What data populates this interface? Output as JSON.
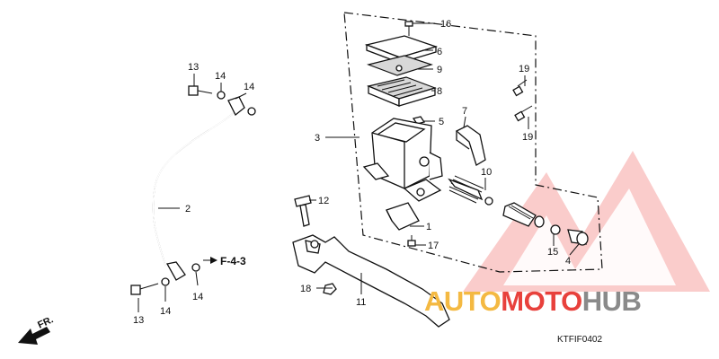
{
  "callouts": [
    {
      "id": "c16a",
      "text": "16"
    },
    {
      "id": "c6",
      "text": "6"
    },
    {
      "id": "c9",
      "text": "9"
    },
    {
      "id": "c8",
      "text": "8"
    },
    {
      "id": "c5",
      "text": "5"
    },
    {
      "id": "c3",
      "text": "3"
    },
    {
      "id": "c7",
      "text": "7"
    },
    {
      "id": "c10",
      "text": "10"
    },
    {
      "id": "c12",
      "text": "12"
    },
    {
      "id": "c1",
      "text": "1"
    },
    {
      "id": "c17",
      "text": "17"
    },
    {
      "id": "c18",
      "text": "18"
    },
    {
      "id": "c11",
      "text": "11"
    },
    {
      "id": "c15",
      "text": "15"
    },
    {
      "id": "c4",
      "text": "4"
    },
    {
      "id": "c19a",
      "text": "19"
    },
    {
      "id": "c19b",
      "text": "19"
    },
    {
      "id": "c13a",
      "text": "13"
    },
    {
      "id": "c14a",
      "text": "14"
    },
    {
      "id": "c14b",
      "text": "14"
    },
    {
      "id": "c2",
      "text": "2"
    },
    {
      "id": "c13b",
      "text": "13"
    },
    {
      "id": "c14c",
      "text": "14"
    },
    {
      "id": "c14d",
      "text": "14"
    }
  ],
  "reference_label": "F-4-3",
  "direction_label": "FR.",
  "diagram_code": "KTFIF0402",
  "watermark": {
    "word_part_1": "AUTO",
    "word_part_2": "MOTO",
    "word_part_3": "HUB",
    "color_orange": "#f4b942",
    "color_red": "#e8413c",
    "color_gray": "#8a8a8a"
  }
}
